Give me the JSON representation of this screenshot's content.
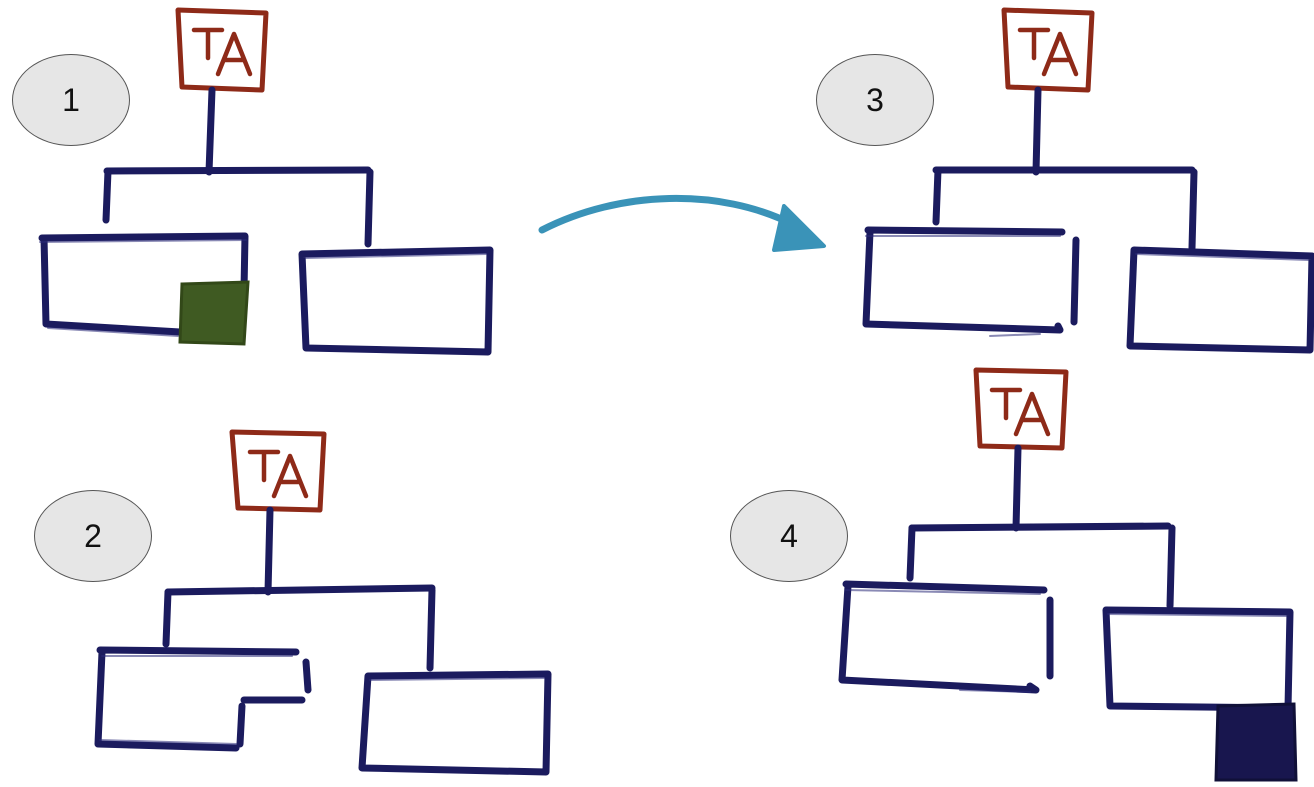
{
  "steps": [
    {
      "label": "1"
    },
    {
      "label": "2"
    },
    {
      "label": "3"
    },
    {
      "label": "4"
    }
  ],
  "icons": {
    "ta_badge": "ta-badge-icon",
    "arrow": "curved-arrow-icon"
  },
  "colors": {
    "tree_lines": "#1b1b5e",
    "ta_badge": "#8e2a18",
    "arrow": "#3a93b8",
    "highlight_green": "#3f5a22",
    "highlight_navy": "#18164e",
    "circle_fill": "#e6e6e6"
  }
}
